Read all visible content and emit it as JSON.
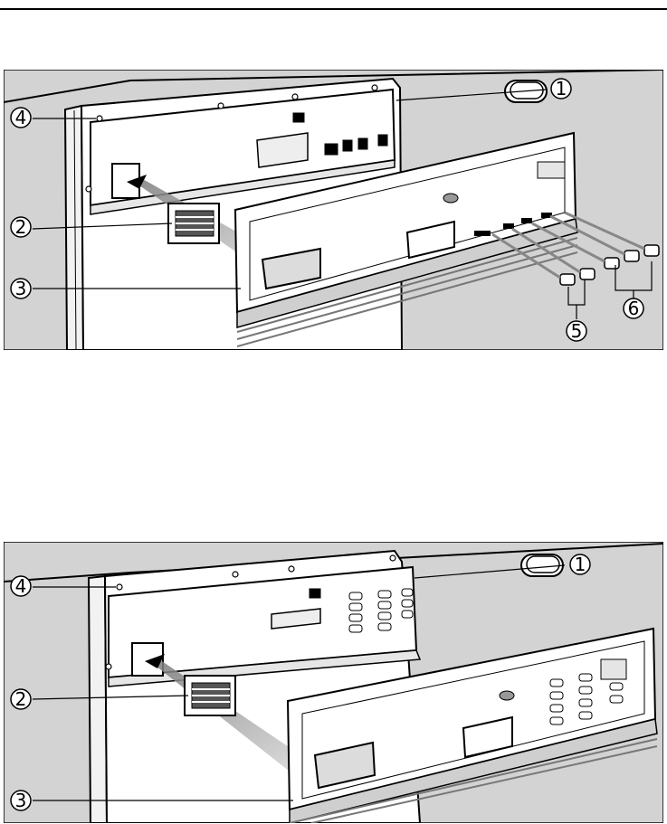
{
  "figures": [
    {
      "name": "upper-installation-diagram",
      "callouts": [
        "1",
        "2",
        "3",
        "4",
        "5",
        "6"
      ]
    },
    {
      "name": "lower-installation-diagram",
      "callouts": [
        "1",
        "2",
        "3",
        "4"
      ]
    }
  ],
  "colors": {
    "wall": "#d3d3d3",
    "line": "#000000",
    "panel": "#ffffff",
    "shadow": "#bfbfbf"
  },
  "icons": [
    "cap-icon",
    "fastener-icon",
    "connector-icon",
    "key-cap-icon"
  ]
}
